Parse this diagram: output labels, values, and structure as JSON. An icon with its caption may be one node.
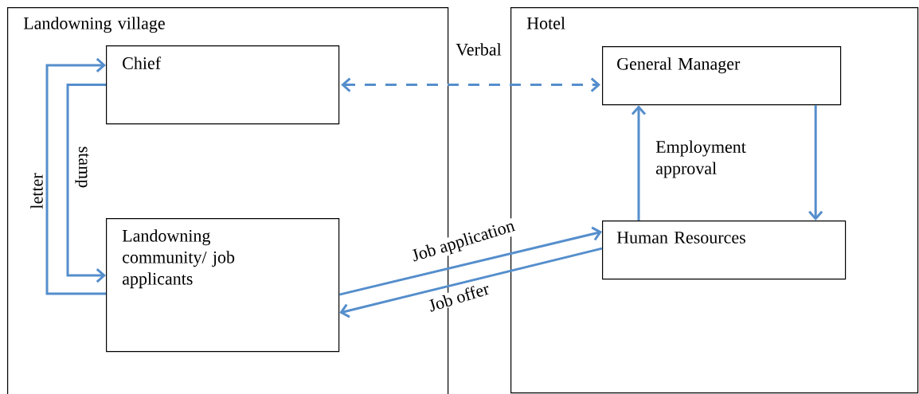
{
  "diagram": {
    "nodes": [
      {
        "text": [
          "Landowning village"
        ]
      },
      {
        "text": [
          "Chief"
        ],
        "in": 0
      },
      {
        "text": [
          "Landowning community/ job applicants"
        ],
        "in": 0
      },
      {
        "text": [
          "Hotel"
        ]
      },
      {
        "text": [
          "General Manager"
        ],
        "in": 3
      },
      {
        "text": [
          "Human Resources"
        ],
        "in": 3
      }
    ],
    "edges": [
      {
        "from": 1,
        "to": 2,
        "arrow": "to",
        "label": "stamp"
      },
      {
        "from": 2,
        "to": 1,
        "arrow": "to",
        "label": "letter"
      },
      {
        "from": 1,
        "to": 4,
        "arrow": "both",
        "label": "Verbal",
        "style": "dashed"
      },
      {
        "from": 4,
        "to": 5,
        "arrow": "to"
      },
      {
        "from": 5,
        "to": 4,
        "arrow": "to",
        "label": "Employment approval"
      },
      {
        "from": 2,
        "to": 5,
        "arrow": "to",
        "label": "Job application"
      },
      {
        "from": 5,
        "to": 2,
        "arrow": "to",
        "label": "Job offer"
      }
    ]
  }
}
